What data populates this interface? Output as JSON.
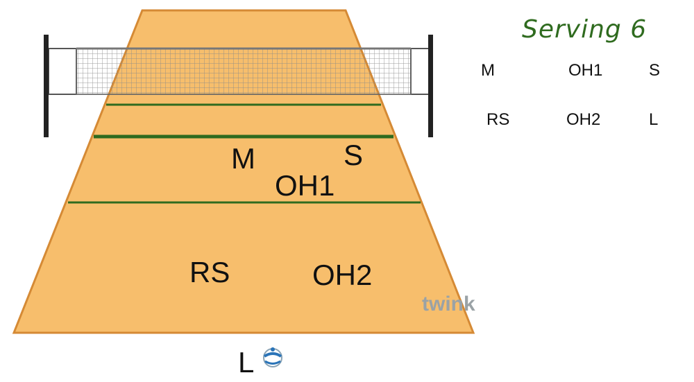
{
  "title": "Serving 6",
  "colors": {
    "court": "#f7be6c",
    "court_border": "#d58a35",
    "lines": "#2f6b1f",
    "title": "#2f6b1f",
    "net_posts": "#222222"
  },
  "court_positions": {
    "M": "M",
    "S": "S",
    "OH1": "OH1",
    "RS": "RS",
    "OH2": "OH2",
    "L": "L"
  },
  "legend_rows": [
    [
      "M",
      "OH1",
      "S"
    ],
    [
      "RS",
      "OH2",
      "L"
    ]
  ],
  "icons": {
    "ball": "volleyball-icon",
    "net": "net-icon"
  },
  "watermark": "twink"
}
